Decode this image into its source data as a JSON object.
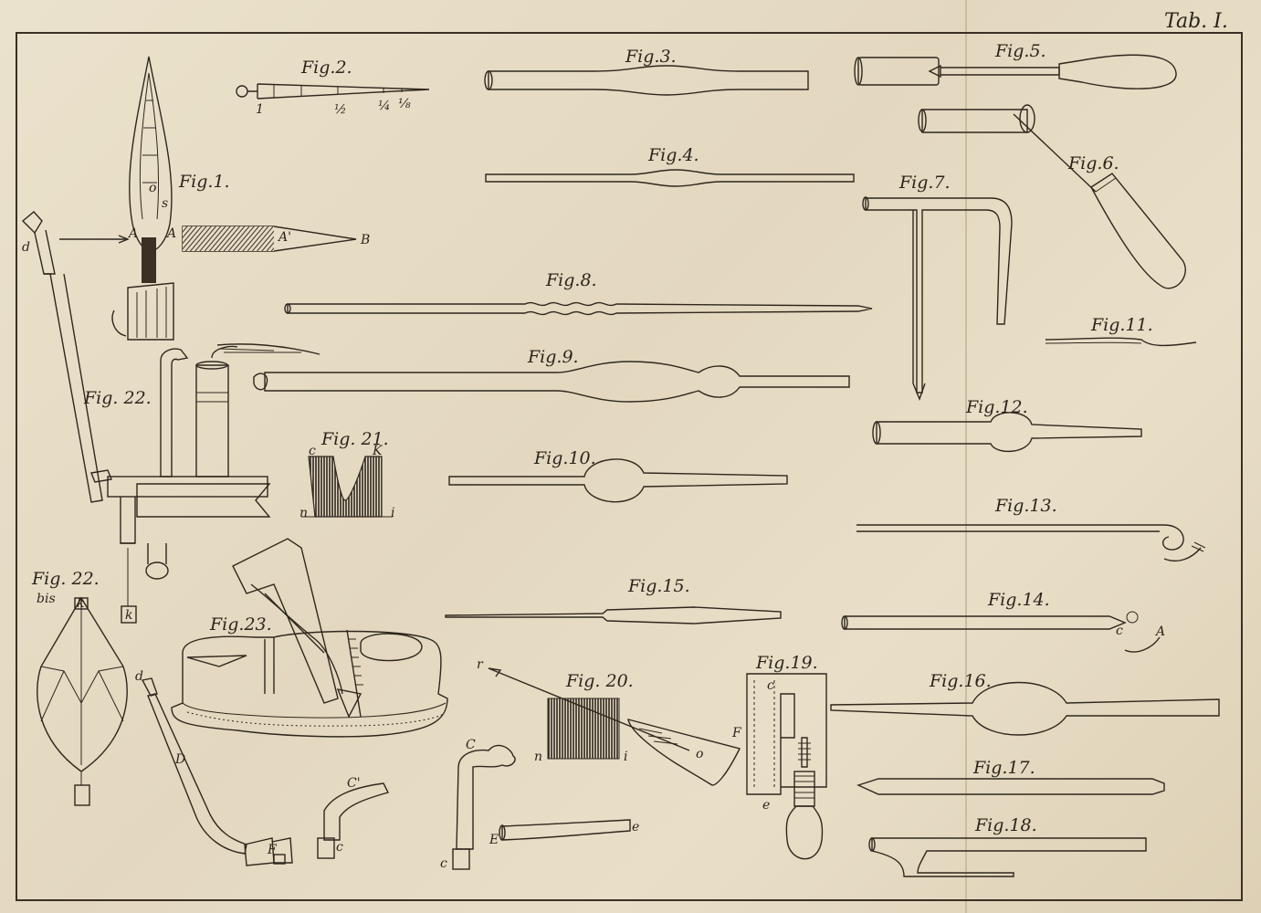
{
  "plate": {
    "title": "Tab. I.",
    "figures": [
      {
        "id": "fig1",
        "label": "Fig.1."
      },
      {
        "id": "fig2",
        "label": "Fig.2."
      },
      {
        "id": "fig3",
        "label": "Fig.3."
      },
      {
        "id": "fig4",
        "label": "Fig.4."
      },
      {
        "id": "fig5",
        "label": "Fig.5."
      },
      {
        "id": "fig6",
        "label": "Fig.6."
      },
      {
        "id": "fig7",
        "label": "Fig.7."
      },
      {
        "id": "fig8",
        "label": "Fig.8."
      },
      {
        "id": "fig9",
        "label": "Fig.9."
      },
      {
        "id": "fig10",
        "label": "Fig.10."
      },
      {
        "id": "fig11",
        "label": "Fig.11."
      },
      {
        "id": "fig12",
        "label": "Fig.12."
      },
      {
        "id": "fig13",
        "label": "Fig.13."
      },
      {
        "id": "fig14",
        "label": "Fig.14."
      },
      {
        "id": "fig15",
        "label": "Fig.15."
      },
      {
        "id": "fig16",
        "label": "Fig.16."
      },
      {
        "id": "fig17",
        "label": "Fig.17."
      },
      {
        "id": "fig18",
        "label": "Fig.18."
      },
      {
        "id": "fig19",
        "label": "Fig.19."
      },
      {
        "id": "fig20",
        "label": "Fig. 20."
      },
      {
        "id": "fig21",
        "label": "Fig. 21."
      },
      {
        "id": "fig22",
        "label": "Fig. 22."
      },
      {
        "id": "fig22bis",
        "label": "Fig. 22.",
        "sub": "bis"
      },
      {
        "id": "fig23",
        "label": "Fig.23."
      }
    ],
    "letters": {
      "fig1": [
        "A",
        "A",
        "A'",
        "B",
        "o",
        "s"
      ],
      "fig2": [
        "1",
        "½",
        "¼",
        "⅛"
      ],
      "fig21": [
        "c",
        "K",
        "n",
        "i"
      ],
      "fig22": [
        "d",
        "k"
      ],
      "fig22bis": [
        "k"
      ],
      "fig14": [
        "c",
        "A"
      ],
      "fig19": [
        "c",
        "e",
        "F"
      ],
      "fig20": [
        "r",
        "n",
        "i",
        "o"
      ],
      "extra": [
        "d",
        "D",
        "F",
        "C",
        "c",
        "C'",
        "c",
        "E",
        "e"
      ]
    }
  }
}
